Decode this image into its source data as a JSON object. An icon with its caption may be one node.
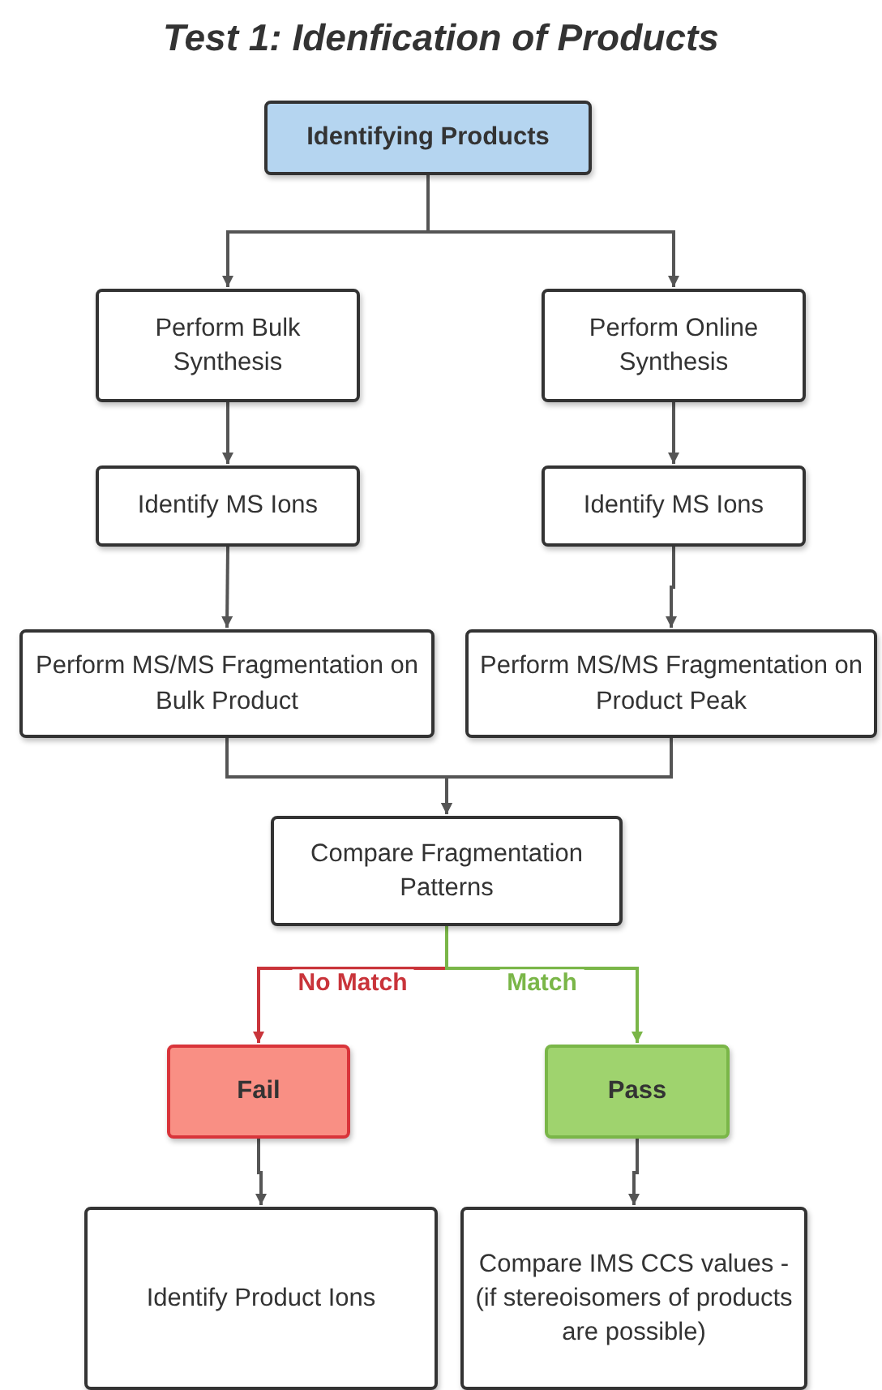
{
  "diagram": {
    "title": "Test 1: Idenfication of Products",
    "nodes": [
      {
        "text": [
          "Identifying Products"
        ]
      },
      {
        "text": [
          "Perform Bulk Synthesis"
        ]
      },
      {
        "text": [
          "Perform Online Synthesis"
        ]
      },
      {
        "text": [
          "Identify MS Ions"
        ]
      },
      {
        "text": [
          "Identify MS Ions"
        ]
      },
      {
        "text": [
          "Perform MS/MS Fragmentation on Bulk Product"
        ]
      },
      {
        "text": [
          "Perform MS/MS Fragmentation on Product Peak"
        ]
      },
      {
        "text": [
          "Compare Fragmentation Patterns"
        ]
      },
      {
        "text": [
          "Fail"
        ]
      },
      {
        "text": [
          "Pass"
        ]
      },
      {
        "text": [
          "Identify Product Ions"
        ]
      },
      {
        "text": [
          "Compare IMS CCS values - (if stereoisomers of products are possible)"
        ]
      }
    ],
    "edges": [
      {
        "from": 0,
        "to": 1,
        "arrow": "to"
      },
      {
        "from": 0,
        "to": 2,
        "arrow": "to"
      },
      {
        "from": 1,
        "to": 3,
        "arrow": "to"
      },
      {
        "from": 2,
        "to": 4,
        "arrow": "to"
      },
      {
        "from": 3,
        "to": 5,
        "arrow": "to"
      },
      {
        "from": 4,
        "to": 6,
        "arrow": "to"
      },
      {
        "from": 5,
        "to": 7,
        "arrow": "to"
      },
      {
        "from": 6,
        "to": 7,
        "arrow": "to"
      },
      {
        "from": 7,
        "to": 8,
        "arrow": "to",
        "label": "No Match",
        "color": "#c9343a"
      },
      {
        "from": 7,
        "to": 9,
        "arrow": "to",
        "label": "Match",
        "color": "#7ab648"
      },
      {
        "from": 8,
        "to": 10,
        "arrow": "to"
      },
      {
        "from": 9,
        "to": 11,
        "arrow": "to"
      }
    ]
  }
}
